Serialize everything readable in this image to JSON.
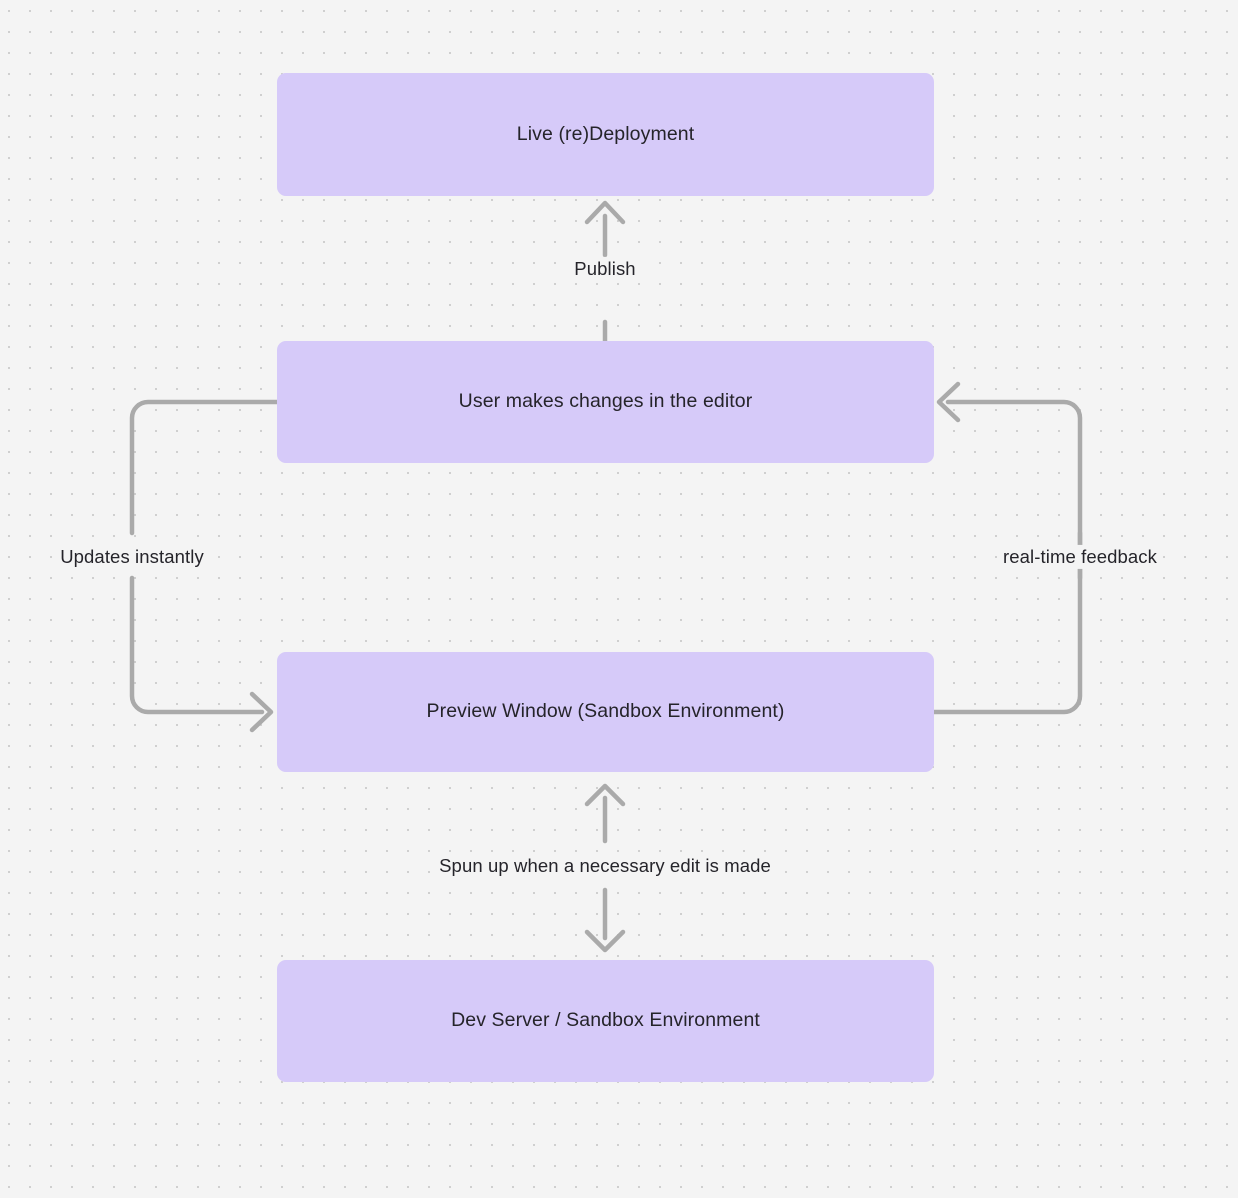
{
  "diagram": {
    "type": "flowchart",
    "background_color": "#f4f4f4",
    "grid": "dotted",
    "node_color": "#d6caf9",
    "edge_color": "#aaaaaa",
    "text_color": "#25242a",
    "nodes": [
      {
        "id": "live-deployment",
        "label": "Live (re)Deployment"
      },
      {
        "id": "user-edits",
        "label": "User makes changes in the editor"
      },
      {
        "id": "preview-window",
        "label": "Preview Window (Sandbox Environment)"
      },
      {
        "id": "dev-server",
        "label": "Dev Server / Sandbox Environment"
      }
    ],
    "edges": [
      {
        "id": "publish",
        "label": "Publish",
        "from": "user-edits",
        "to": "live-deployment"
      },
      {
        "id": "updates-instantly",
        "label": "Updates instantly",
        "from": "user-edits",
        "to": "preview-window"
      },
      {
        "id": "real-time-feedback",
        "label": "real-time feedback",
        "from": "preview-window",
        "to": "user-edits"
      },
      {
        "id": "spun-up",
        "label": "Spun up when a necessary edit is made",
        "from": "preview-window",
        "to": "dev-server"
      }
    ]
  }
}
